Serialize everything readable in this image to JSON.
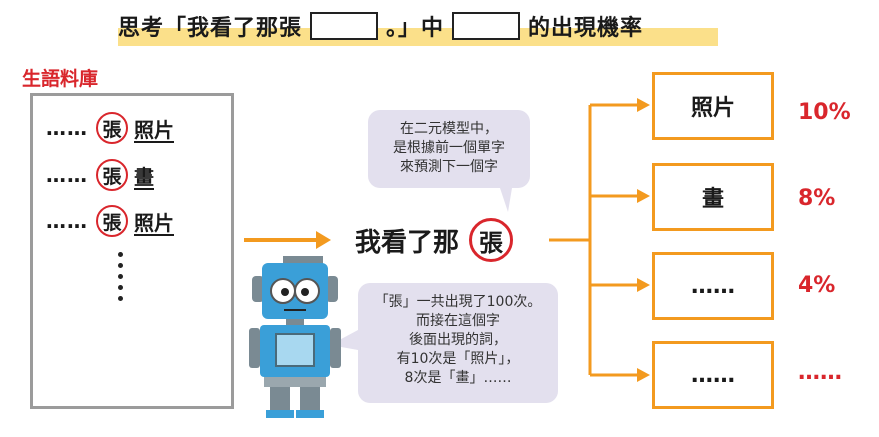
{
  "title": {
    "part1": "思考「我看了那張",
    "part2": "。」中",
    "part3": "的出現機率"
  },
  "corpus": {
    "label": "生語料庫",
    "lines": [
      {
        "dots": "……",
        "char": "張",
        "word": "照片"
      },
      {
        "dots": "……",
        "char": "張",
        "word": "畫"
      },
      {
        "dots": "……",
        "char": "張",
        "word": "照片"
      }
    ]
  },
  "sentence": {
    "prefix": "我看了那",
    "circled": "張"
  },
  "bubble_top": {
    "lines": [
      "在二元模型中，",
      "是根據前一個單字",
      "來預測下一個字"
    ]
  },
  "bubble_bottom": {
    "lines": [
      "「張」一共出現了100次。",
      "而接在這個字",
      "後面出現的詞，",
      "有10次是「照片」，",
      "8次是「畫」……"
    ]
  },
  "candidates": [
    {
      "word": "照片",
      "prob": "10%"
    },
    {
      "word": "畫",
      "prob": "8%"
    },
    {
      "word": "……",
      "prob": "4%"
    },
    {
      "word": "……",
      "prob": "……"
    }
  ],
  "colors": {
    "accent_red": "#d9262c",
    "orange": "#f39a1f",
    "robot_blue": "#3a9fd8",
    "highlight": "#fbe08a"
  }
}
